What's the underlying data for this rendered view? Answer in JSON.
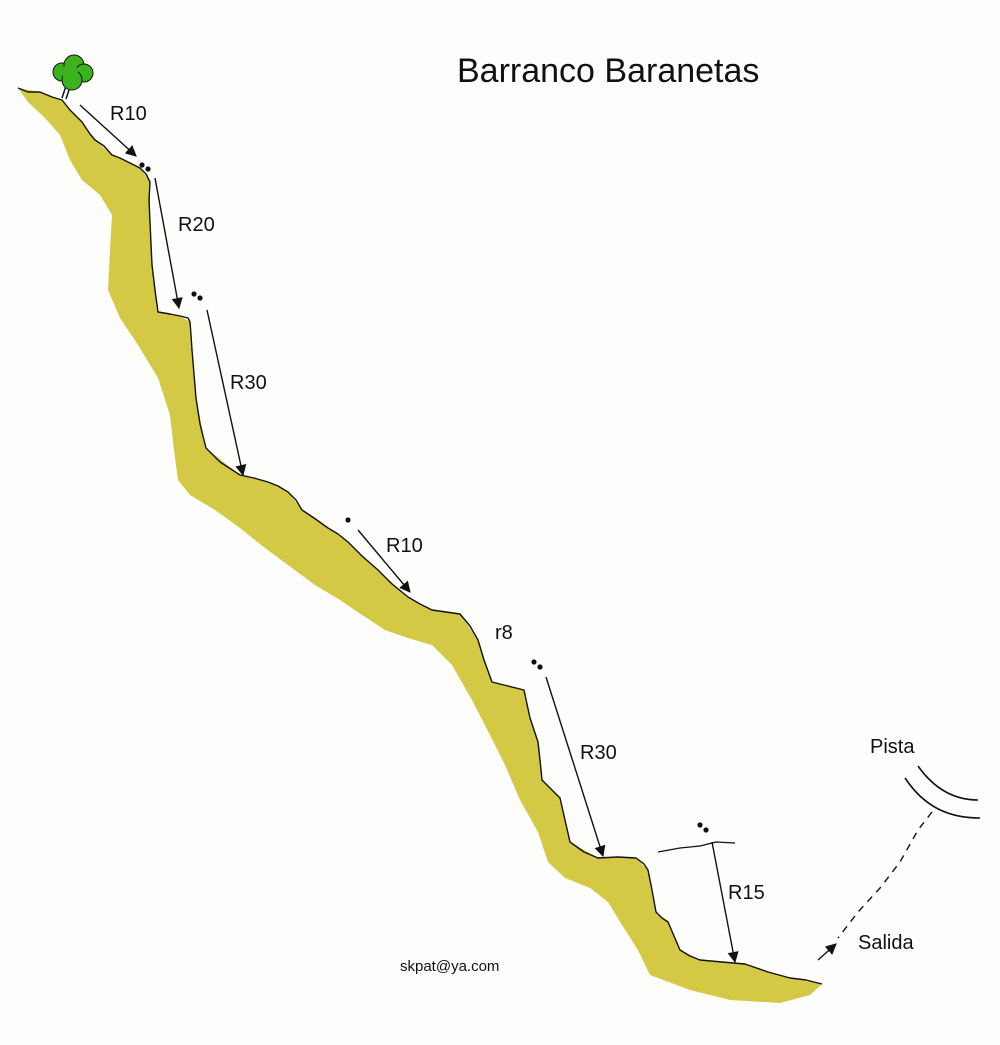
{
  "title": "Barranco Baranetas",
  "rappels": [
    {
      "label": "R10"
    },
    {
      "label": "R20"
    },
    {
      "label": "R30"
    },
    {
      "label": "R10"
    },
    {
      "label": "r8"
    },
    {
      "label": "R30"
    },
    {
      "label": "R15"
    }
  ],
  "places": {
    "road": "Pista",
    "exit": "Salida"
  },
  "credit": "skpat@ya.com",
  "colors": {
    "rock": "#d4c944",
    "tree": "#3cb31e",
    "line": "#111111"
  }
}
